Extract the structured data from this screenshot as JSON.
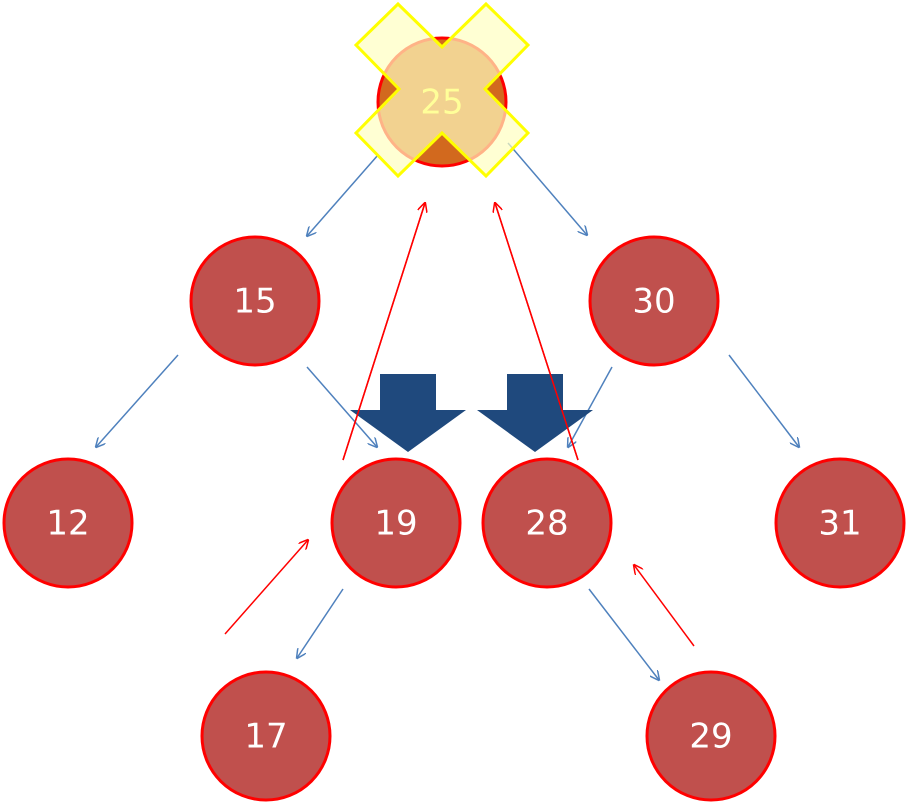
{
  "nodes": [
    {
      "id": "n25",
      "label": "25"
    },
    {
      "id": "n15",
      "label": "15"
    },
    {
      "id": "n30",
      "label": "30"
    },
    {
      "id": "n12",
      "label": "12"
    },
    {
      "id": "n19",
      "label": "19"
    },
    {
      "id": "n28",
      "label": "28"
    },
    {
      "id": "n31",
      "label": "31"
    },
    {
      "id": "n17",
      "label": "17"
    },
    {
      "id": "n29",
      "label": "29"
    }
  ],
  "edges": [
    {
      "from": "25",
      "to": "15",
      "color": "blue"
    },
    {
      "from": "25",
      "to": "30",
      "color": "blue"
    },
    {
      "from": "15",
      "to": "12",
      "color": "blue"
    },
    {
      "from": "15",
      "to": "19",
      "color": "blue"
    },
    {
      "from": "30",
      "to": "28",
      "color": "blue"
    },
    {
      "from": "30",
      "to": "31",
      "color": "blue"
    },
    {
      "from": "19",
      "to": "17",
      "color": "blue"
    },
    {
      "from": "28",
      "to": "29",
      "color": "blue"
    },
    {
      "from": "17",
      "to": "19",
      "color": "red"
    },
    {
      "from": "19",
      "to": "25",
      "color": "red"
    },
    {
      "from": "29",
      "to": "28",
      "color": "red"
    },
    {
      "from": "28",
      "to": "25",
      "color": "red"
    }
  ],
  "highlight": {
    "deleted_node": "25",
    "candidates": [
      "19",
      "28"
    ]
  },
  "colors": {
    "node_fill": "#c0504d",
    "node_stroke": "#ff0000",
    "root_fill": "#d2691e",
    "root_label": "#ffff99",
    "cross_fill": "#ffffc0",
    "cross_stroke": "#ffff00",
    "blue_arrow": "#4f81bd",
    "red_arrow": "#ff0000",
    "block_arrow": "#1f497d"
  }
}
